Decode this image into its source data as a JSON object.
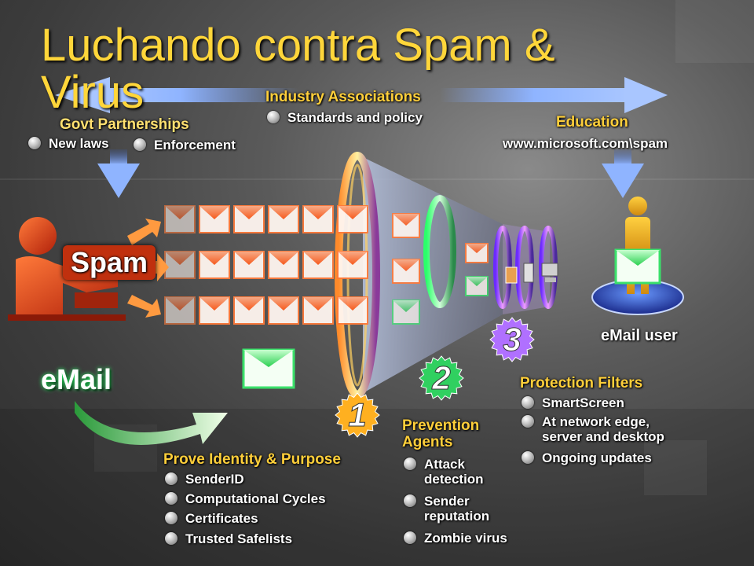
{
  "title": "Luchando contra Spam & Virus",
  "top": {
    "govt": {
      "heading": "Govt Partnerships",
      "items": [
        "New laws",
        "Enforcement"
      ]
    },
    "industry": {
      "heading": "Industry Associations",
      "items": [
        "Standards and policy"
      ]
    },
    "education": {
      "heading": "Education",
      "url": "www.microsoft.com\\spam"
    }
  },
  "labels": {
    "spam": "Spam",
    "email": "eMail",
    "email_user": "eMail user"
  },
  "stages": [
    {
      "number": "1",
      "heading": "Prove Identity & Purpose",
      "items": [
        "SenderID",
        "Computational Cycles",
        "Certificates",
        "Trusted Safelists"
      ]
    },
    {
      "number": "2",
      "heading_lines": [
        "Prevention",
        "Agents"
      ],
      "items": [
        [
          "Attack",
          "detection"
        ],
        [
          "Sender",
          "reputation"
        ],
        [
          "Zombie virus"
        ]
      ]
    },
    {
      "number": "3",
      "heading": "Protection Filters",
      "items": [
        [
          "SmartScreen"
        ],
        [
          "At network edge,",
          "server and desktop"
        ],
        [
          "Ongoing updates"
        ]
      ]
    }
  ],
  "colors": {
    "title": "#ffd63a",
    "heading": "#ffcf3a",
    "spammer": "#d23a12",
    "arrow": "#7fa8ff",
    "envelope_flap": "#ff7a3a",
    "envelope_green": "#3aff6a",
    "badge": "#ffb020"
  }
}
